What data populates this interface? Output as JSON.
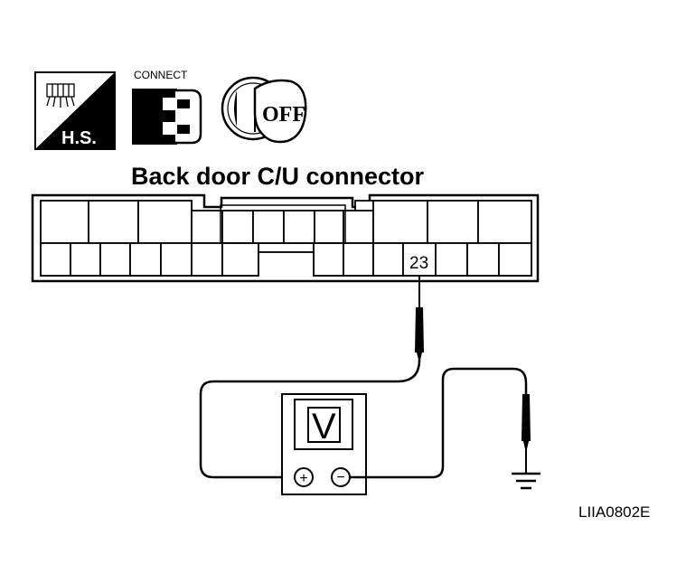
{
  "icons": {
    "harness_side": {
      "name": "harness-side-icon",
      "label": "H.S."
    },
    "connect": {
      "name": "connector-connect-icon",
      "label": "CONNECT"
    },
    "ignition": {
      "name": "ignition-key-icon",
      "label": "OFF"
    }
  },
  "connector": {
    "title": "Back door C/U connector",
    "terminal": "23"
  },
  "meter": {
    "name": "voltmeter",
    "display": "V",
    "plus": "+",
    "minus": "−"
  },
  "ground": {
    "name": "ground-symbol-icon"
  },
  "figure_code": "LIIA0802E"
}
